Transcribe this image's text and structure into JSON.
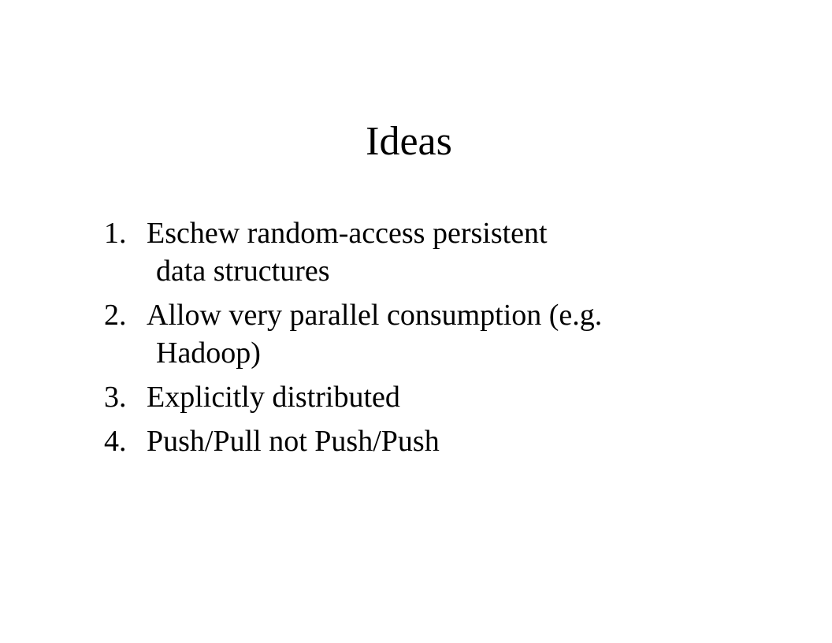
{
  "slide": {
    "title": "Ideas",
    "items": [
      {
        "number": "1.",
        "lines": [
          "Eschew random-access persistent",
          "data structures"
        ]
      },
      {
        "number": "2.",
        "lines": [
          "Allow very parallel consumption (e.g.",
          "Hadoop)"
        ]
      },
      {
        "number": "3.",
        "lines": [
          "Explicitly distributed"
        ]
      },
      {
        "number": "4.",
        "lines": [
          "Push/Pull not Push/Push"
        ]
      }
    ]
  }
}
